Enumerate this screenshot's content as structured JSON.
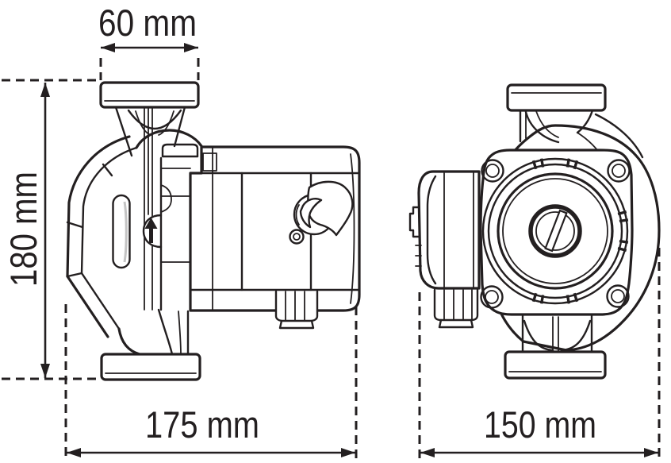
{
  "diagram": {
    "background_color": "#ffffff",
    "line_color": "#231f20",
    "nameplate_shade_color": "#c4c4c4",
    "views": [
      {
        "id": "side",
        "label": "side view of pump"
      },
      {
        "id": "front",
        "label": "front view of pump"
      }
    ],
    "dimensions": {
      "port_width": {
        "label": "60 mm",
        "value": 60,
        "unit": "mm"
      },
      "height": {
        "label": "180 mm",
        "value": 180,
        "unit": "mm"
      },
      "depth": {
        "label": "175 mm",
        "value": 175,
        "unit": "mm"
      },
      "width": {
        "label": "150 mm",
        "value": 150,
        "unit": "mm"
      }
    },
    "flow_direction": "up"
  }
}
